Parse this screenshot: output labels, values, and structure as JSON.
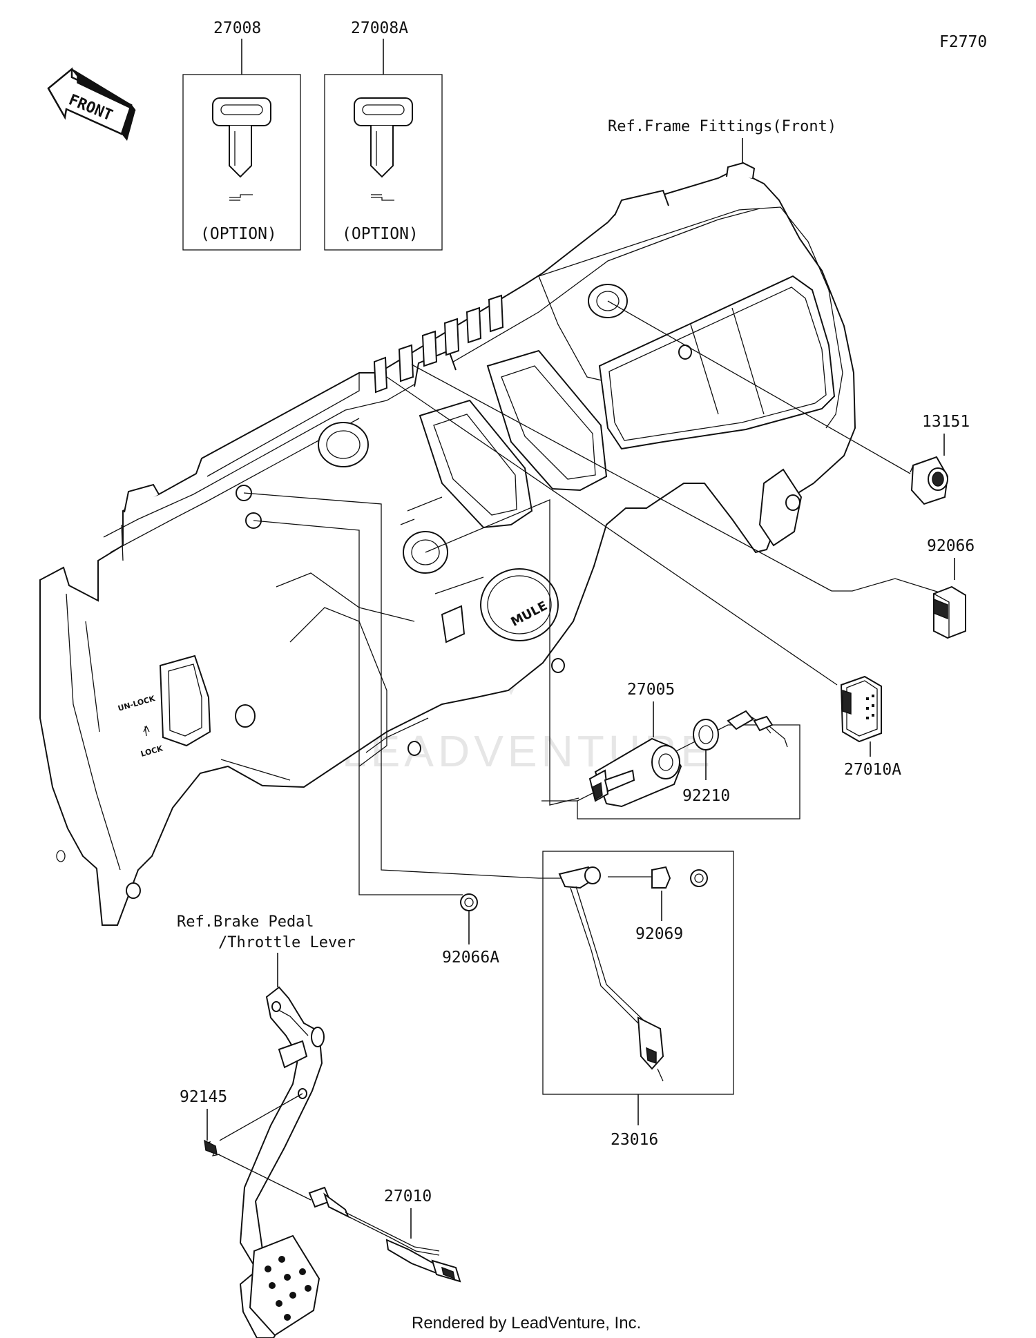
{
  "figure_code": "F2770",
  "front_arrow_label": "FRONT",
  "references": {
    "frame_fittings": "Ref.Frame Fittings(Front)",
    "brake_pedal_line1": "Ref.Brake Pedal",
    "brake_pedal_line2": "/Throttle Lever"
  },
  "option_boxes": [
    {
      "part": "27008",
      "note": "(OPTION)"
    },
    {
      "part": "27008A",
      "note": "(OPTION)"
    }
  ],
  "parts": {
    "p13151": "13151",
    "p92066": "92066",
    "p27010A": "27010A",
    "p27005": "27005",
    "p92210": "92210",
    "p92066A": "92066A",
    "p92069": "92069",
    "p23016": "23016",
    "p92145": "92145",
    "p27010": "27010"
  },
  "dash_markings": {
    "unlock": "UN-LOCK",
    "lock": "LOCK",
    "emblem": "MULE"
  },
  "watermark": "LEADVENTURE",
  "footer": "Rendered by LeadVenture, Inc.",
  "colors": {
    "ink": "#111111",
    "background": "#ffffff",
    "watermark": "#e6e6e6"
  }
}
